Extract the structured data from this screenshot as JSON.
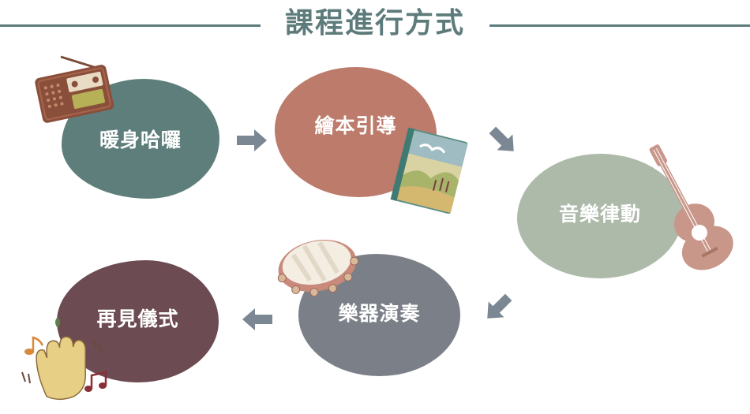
{
  "title": "課程進行方式",
  "steps": [
    {
      "label": "暖身哈囉",
      "color": "#5e7e7c"
    },
    {
      "label": "繪本引導",
      "color": "#bc7b6b"
    },
    {
      "label": "音樂律動",
      "color": "#adbaaa"
    },
    {
      "label": "樂器演奏",
      "color": "#7b8088"
    },
    {
      "label": "再見儀式",
      "color": "#6c4b52"
    }
  ],
  "colors": {
    "accent": "#5e7b7b",
    "arrow": "#7b8793"
  },
  "icons": [
    "radio-icon",
    "picture-book-icon",
    "guitar-icon",
    "tambourine-icon",
    "clapping-hand-icon",
    "music-note-icon"
  ]
}
